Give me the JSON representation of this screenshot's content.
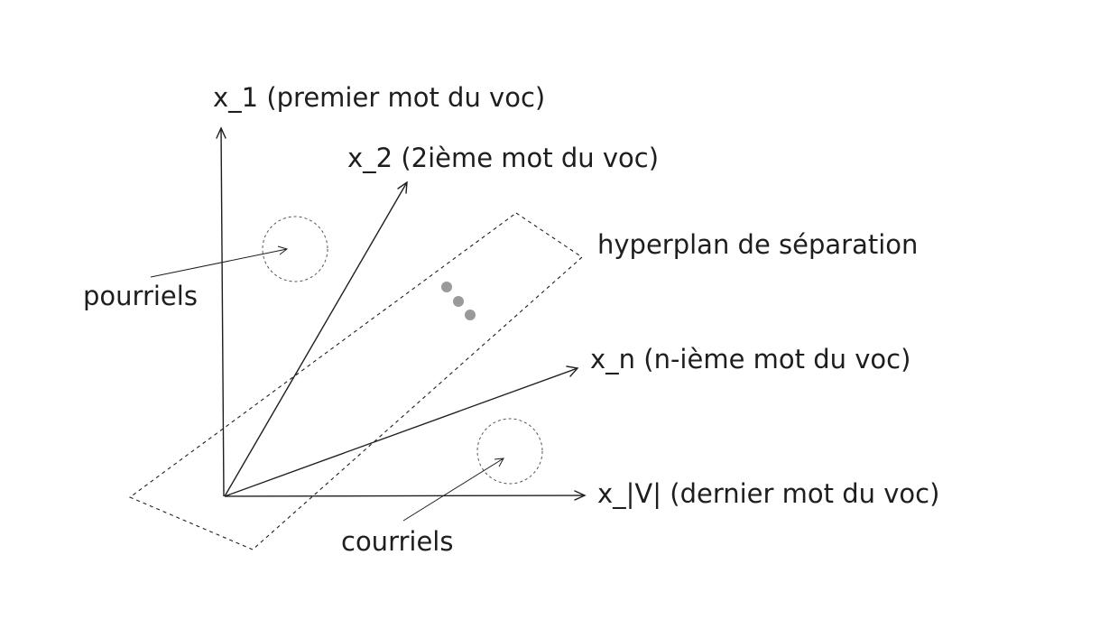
{
  "labels": {
    "x1": "x_1 (premier mot du voc)",
    "x2": "x_2 (2ième mot du voc)",
    "xn": "x_n (n-ième mot du voc)",
    "xv": "x_|V| (dernier mot du voc)",
    "hyperplane": "hyperplan de séparation",
    "spam": "pourriels",
    "ham": "courriels"
  },
  "colors": {
    "ink": "#1e1e1e",
    "dots": "#9a9a9a",
    "background": "#ffffff"
  }
}
